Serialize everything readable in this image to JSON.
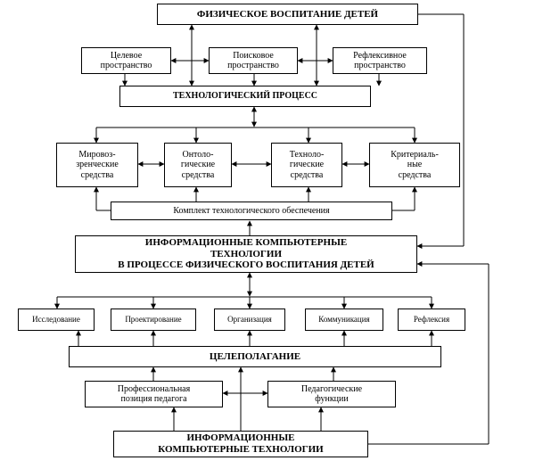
{
  "nodes": {
    "top": "ФИЗИЧЕСКОЕ ВОСПИТАНИЕ ДЕТЕЙ",
    "target_space": "Целевое\nпространство",
    "search_space": "Поисковое\nпространство",
    "reflexive_space": "Рефлексивное\nпространство",
    "tech_process": "ТЕХНОЛОГИЧЕСКИЙ ПРОЦЕСС",
    "worldview": "Мировоз-\nзренческие\nсредства",
    "ontological": "Онтоло-\nгические\nсредства",
    "technological": "Техноло-\nгические\nсредства",
    "criterial": "Критериаль-\nные\nсредства",
    "kit": "Комплект технологического обеспечения",
    "ict_process": "ИНФОРМАЦИОННЫЕ КОМПЬЮТЕРНЫЕ\nТЕХНОЛОГИИ\nВ ПРОЦЕССЕ ФИЗИЧЕСКОГО ВОСПИТАНИЯ ДЕТЕЙ",
    "research": "Исследование",
    "design": "Проектирование",
    "organization": "Организация",
    "communication": "Коммуникация",
    "reflection": "Рефлексия",
    "goal_setting": "ЦЕЛЕПОЛАГАНИЕ",
    "prof_position": "Профессиональная\nпозиция педагога",
    "ped_functions": "Педагогические\nфункции",
    "ict_bottom": "ИНФОРМАЦИОННЫЕ\nКОМПЬЮТЕРНЫЕ ТЕХНОЛОГИИ"
  },
  "colors": {
    "line": "#000000",
    "background": "#ffffff"
  }
}
